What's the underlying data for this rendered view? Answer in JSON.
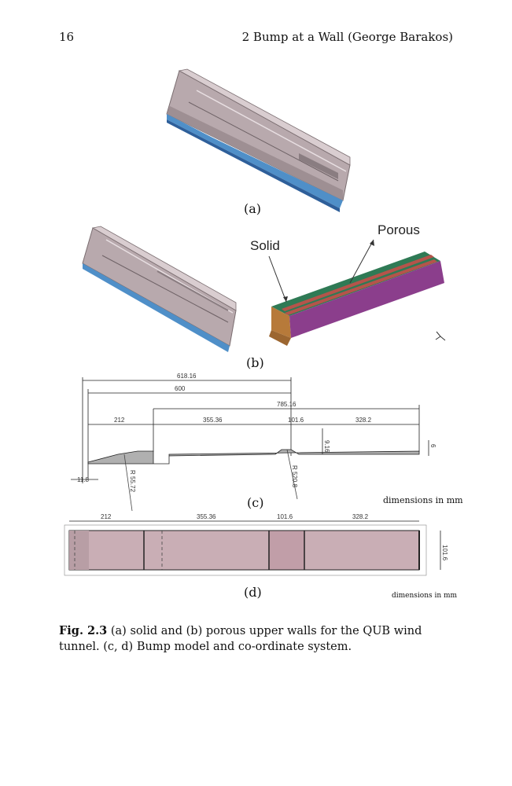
{
  "header": {
    "page_number": "16",
    "running_head": "2 Bump at a Wall (George Barakos)"
  },
  "figure": {
    "panel_a": "(a)",
    "panel_b": "(b)",
    "panel_c": "(c)",
    "panel_d": "(d)",
    "annotation_solid": "Solid",
    "annotation_porous": "Porous",
    "units_c": "dimensions in mm",
    "units_d": "dimensions in mm",
    "dims_c": {
      "total_a": "618.16",
      "total_b": "600",
      "span_c": "785.16",
      "seg1": "212",
      "seg2": "355.36",
      "seg3": "101.6",
      "seg4": "328.2",
      "bump_h": "9.16",
      "thick": "6",
      "small": "11.8",
      "r1": "R 55.72",
      "r2": "R 520.8"
    },
    "dims_d": {
      "seg1": "212",
      "seg2": "355.36",
      "seg3": "101.6",
      "seg4": "328.2",
      "width": "101.6"
    }
  },
  "caption": {
    "label": "Fig. 2.3",
    "text": " (a) solid and (b) porous upper walls for the QUB wind tunnel. (c, d) Bump model and co-ordinate system."
  }
}
